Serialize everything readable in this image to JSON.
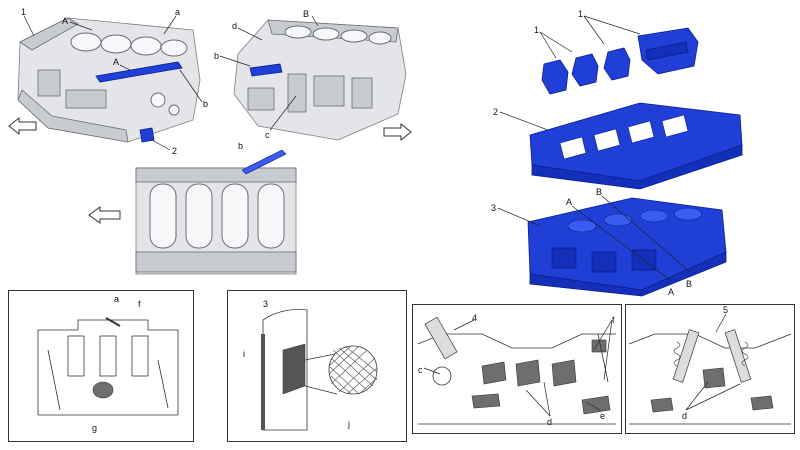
{
  "labels": {
    "top_left": {
      "n1": "1",
      "A": "A",
      "a": "a",
      "A2": "A",
      "b": "b",
      "n2": "2"
    },
    "top_mid": {
      "d": "d",
      "B": "B",
      "b": "b",
      "c": "c"
    },
    "mid_section": {
      "b": "b"
    },
    "right_exploded": {
      "n1a": "1",
      "n1b": "1",
      "n2": "2",
      "n3": "3",
      "A_top": "A",
      "B_top": "B",
      "A_bot": "A",
      "B_bot": "B"
    },
    "panel1": {
      "a": "a",
      "f": "f",
      "g": "g"
    },
    "panel2": {
      "n3": "3",
      "i": "i",
      "j": "j"
    },
    "panel3": {
      "n4": "4",
      "f": "f",
      "c": "c",
      "d": "d",
      "e": "e"
    },
    "panel4": {
      "n5": "5",
      "d": "d"
    }
  },
  "colors": {
    "blue_part": "#1f3fd6",
    "metal": "#e3e5e8",
    "line": "#222222"
  },
  "icons": [
    "direction-arrow-icon"
  ]
}
